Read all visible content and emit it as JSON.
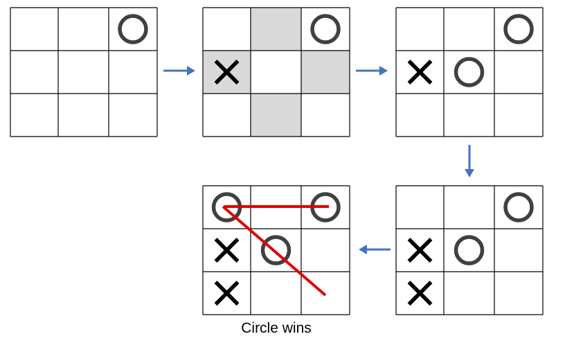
{
  "colors": {
    "grid_line": "#000000",
    "highlight": "#d9d9d9",
    "circle": "#404040",
    "cross": "#000000",
    "arrow": "#4472c4",
    "win_line": "#e00000"
  },
  "boards": [
    {
      "name": "board-1",
      "cells": [
        [
          "",
          "",
          "O"
        ],
        [
          "",
          "",
          ""
        ],
        [
          "",
          "",
          ""
        ]
      ],
      "highlight": [
        [
          0,
          0,
          0
        ],
        [
          0,
          0,
          0
        ],
        [
          0,
          0,
          0
        ]
      ]
    },
    {
      "name": "board-2",
      "cells": [
        [
          "",
          "",
          "O"
        ],
        [
          "X",
          "",
          ""
        ],
        [
          "",
          "",
          ""
        ]
      ],
      "highlight": [
        [
          0,
          1,
          0
        ],
        [
          1,
          0,
          1
        ],
        [
          0,
          1,
          0
        ]
      ]
    },
    {
      "name": "board-3",
      "cells": [
        [
          "",
          "",
          "O"
        ],
        [
          "X",
          "O",
          ""
        ],
        [
          "",
          "",
          ""
        ]
      ],
      "highlight": [
        [
          0,
          0,
          0
        ],
        [
          0,
          0,
          0
        ],
        [
          0,
          0,
          0
        ]
      ]
    },
    {
      "name": "board-4",
      "cells": [
        [
          "",
          "",
          "O"
        ],
        [
          "X",
          "O",
          ""
        ],
        [
          "X",
          "",
          ""
        ]
      ],
      "highlight": [
        [
          0,
          0,
          0
        ],
        [
          0,
          0,
          0
        ],
        [
          0,
          0,
          0
        ]
      ]
    },
    {
      "name": "board-5",
      "cells": [
        [
          "O",
          "",
          "O"
        ],
        [
          "X",
          "O",
          ""
        ],
        [
          "X",
          "",
          ""
        ]
      ],
      "highlight": [
        [
          0,
          0,
          0
        ],
        [
          0,
          0,
          0
        ],
        [
          0,
          0,
          0
        ]
      ]
    }
  ],
  "caption": "Circle wins"
}
